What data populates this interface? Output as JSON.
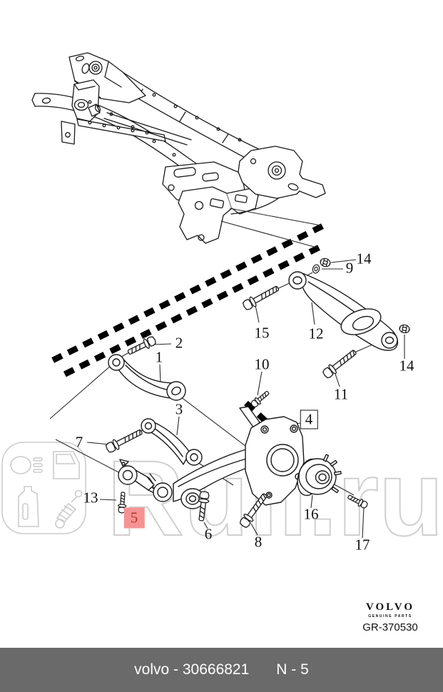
{
  "diagram": {
    "callouts": {
      "c1": "1",
      "c2": "2",
      "c3": "3",
      "c5": "5",
      "c6": "6",
      "c7": "7",
      "c8": "8",
      "c9": "9",
      "c10": "10",
      "c11": "11",
      "c12": "12",
      "c13": "13",
      "c14a": "14",
      "c14b": "14",
      "c15": "15",
      "c16": "16",
      "c17": "17",
      "c4_boxed": "4"
    },
    "highlighted_callout": "5"
  },
  "watermark": {
    "site_text": "Rull.ru"
  },
  "brand": {
    "logo_text": "VOLVO",
    "tagline": "GENUINE PARTS",
    "drawing_code": "GR-370530"
  },
  "footer": {
    "part_text": "volvo - 30666821",
    "page_ref": "N - 5"
  },
  "colors": {
    "highlight_bg": "#f49392",
    "highlight_text": "#b5372a",
    "footer_bg": "#6a6a6a",
    "watermark": "#cfcfcf",
    "line": "#1a1a1a"
  }
}
